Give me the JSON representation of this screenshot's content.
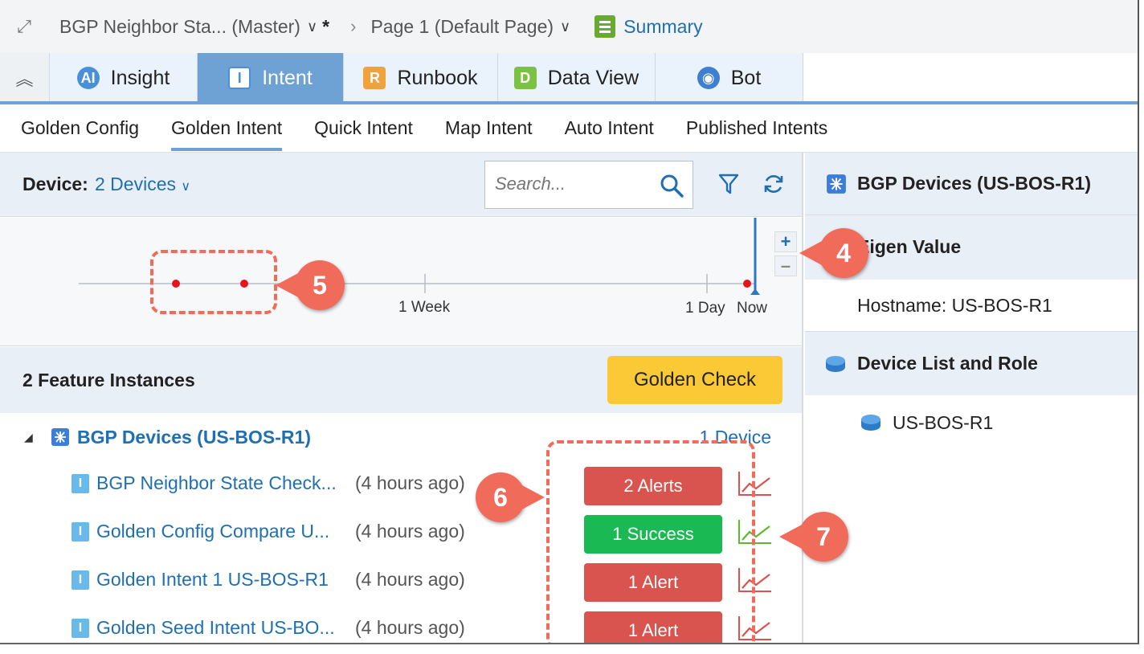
{
  "topbar": {
    "map_name": "BGP Neighbor Sta... (Master)",
    "modified_mark": "*",
    "page": "Page 1  (Default Page)",
    "summary": "Summary"
  },
  "tabs": [
    {
      "label": "Insight",
      "icon": "ai-robot-icon",
      "active": false
    },
    {
      "label": "Intent",
      "icon": "intent-i-icon",
      "active": true
    },
    {
      "label": "Runbook",
      "icon": "runbook-r-icon",
      "active": false
    },
    {
      "label": "Data View",
      "icon": "data-view-d-icon",
      "active": false
    },
    {
      "label": "Bot",
      "icon": "bot-icon",
      "active": false
    }
  ],
  "subtabs": [
    {
      "label": "Golden Config",
      "active": false
    },
    {
      "label": "Golden Intent",
      "active": true
    },
    {
      "label": "Quick Intent",
      "active": false
    },
    {
      "label": "Map Intent",
      "active": false
    },
    {
      "label": "Auto Intent",
      "active": false
    },
    {
      "label": "Published Intents",
      "active": false
    }
  ],
  "device_bar": {
    "label": "Device:",
    "value": "2 Devices",
    "search_placeholder": "Search..."
  },
  "timeline": {
    "labels": [
      "1 Week",
      "1 Day",
      "Now"
    ],
    "zoom_in": "+",
    "zoom_out": "–"
  },
  "feature_instances": {
    "title": "2 Feature Instances",
    "golden_check": "Golden Check"
  },
  "group": {
    "name": "BGP Devices (US-BOS-R1)",
    "count": "1 Device",
    "items": [
      {
        "name": "BGP Neighbor State Check...",
        "time": "(4 hours ago)",
        "status": "2 Alerts",
        "kind": "alert"
      },
      {
        "name": "Golden Config Compare U...",
        "time": "(4 hours ago)",
        "status": "1 Success",
        "kind": "success"
      },
      {
        "name": "Golden Intent 1 US-BOS-R1",
        "time": "(4 hours ago)",
        "status": "1 Alert",
        "kind": "alert"
      },
      {
        "name": "Golden Seed Intent US-BO...",
        "time": "(4 hours ago)",
        "status": "1 Alert",
        "kind": "alert"
      }
    ]
  },
  "right_panel": {
    "header": "BGP Devices (US-BOS-R1)",
    "eigen_title": "Eigen Value",
    "hostname_label": "Hostname",
    "hostname_sep": ":",
    "hostname_value": "US-BOS-R1",
    "device_list_title": "Device List and Role",
    "device": "US-BOS-R1"
  },
  "callouts": [
    "4",
    "5",
    "6",
    "7"
  ],
  "colors": {
    "accent_blue": "#1f6fb2",
    "active_tab": "#6fa2d4",
    "alert": "#d9534f",
    "success": "#1bb954",
    "golden_button": "#fbc936",
    "callout": "#f06b5a"
  }
}
